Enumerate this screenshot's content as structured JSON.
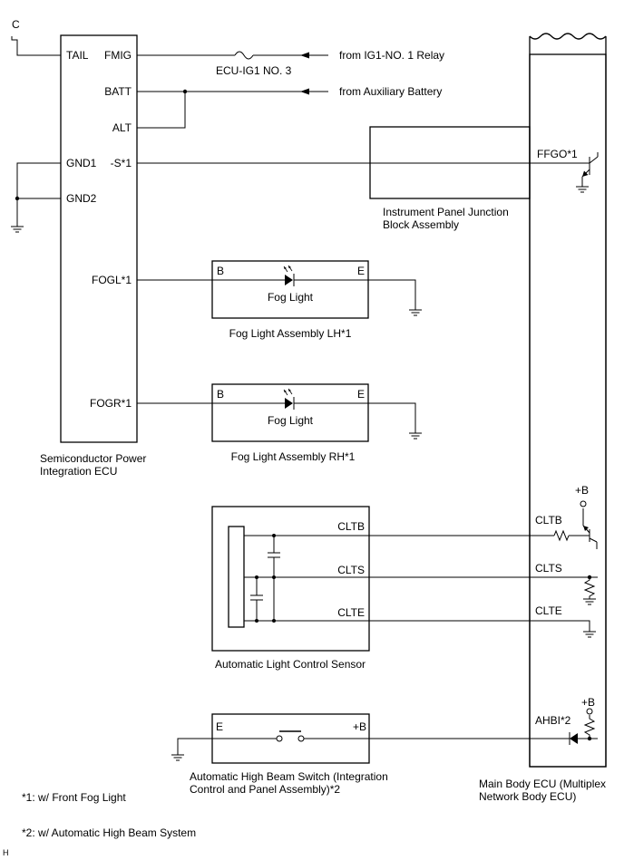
{
  "connector_c": "C",
  "ecu_spi": {
    "name_line1": "Semiconductor Power",
    "name_line2": "Integration ECU",
    "pins": {
      "tail": "TAIL",
      "fmig": "FMIG",
      "batt": "BATT",
      "alt": "ALT",
      "gnd1": "GND1",
      "s": "-S*1",
      "gnd2": "GND2",
      "fogl": "FOGL*1",
      "fogr": "FOGR*1"
    }
  },
  "fuse_label": "ECU-IG1 NO. 3",
  "sources": {
    "ig1": "from IG1-NO. 1 Relay",
    "aux": "from Auxiliary Battery"
  },
  "junction_block": {
    "line1": "Instrument Panel Junction",
    "line2": "Block Assembly"
  },
  "fog_lh": {
    "pin_b": "B",
    "pin_e": "E",
    "inner": "Fog Light",
    "name": "Fog Light Assembly LH*1"
  },
  "fog_rh": {
    "pin_b": "B",
    "pin_e": "E",
    "inner": "Fog Light",
    "name": "Fog Light Assembly RH*1"
  },
  "light_sensor": {
    "cltb": "CLTB",
    "clts": "CLTS",
    "clte": "CLTE",
    "name": "Automatic Light Control Sensor"
  },
  "high_beam_switch": {
    "pin_e": "E",
    "pin_b": "+B",
    "name_line1": "Automatic High Beam Switch (Integration",
    "name_line2": "Control and Panel Assembly)*2"
  },
  "main_ecu": {
    "ffgo": "FFGO*1",
    "cltb": "CLTB",
    "clts": "CLTS",
    "clte": "CLTE",
    "ahbi": "AHBI*2",
    "plus_b1": "+B",
    "plus_b2": "+B",
    "name_line1": "Main Body ECU (Multiplex",
    "name_line2": "Network Body ECU)"
  },
  "notes": {
    "note1": "*1: w/ Front Fog Light",
    "note2": "*2: w/ Automatic High Beam System"
  },
  "corner_mark": "H"
}
